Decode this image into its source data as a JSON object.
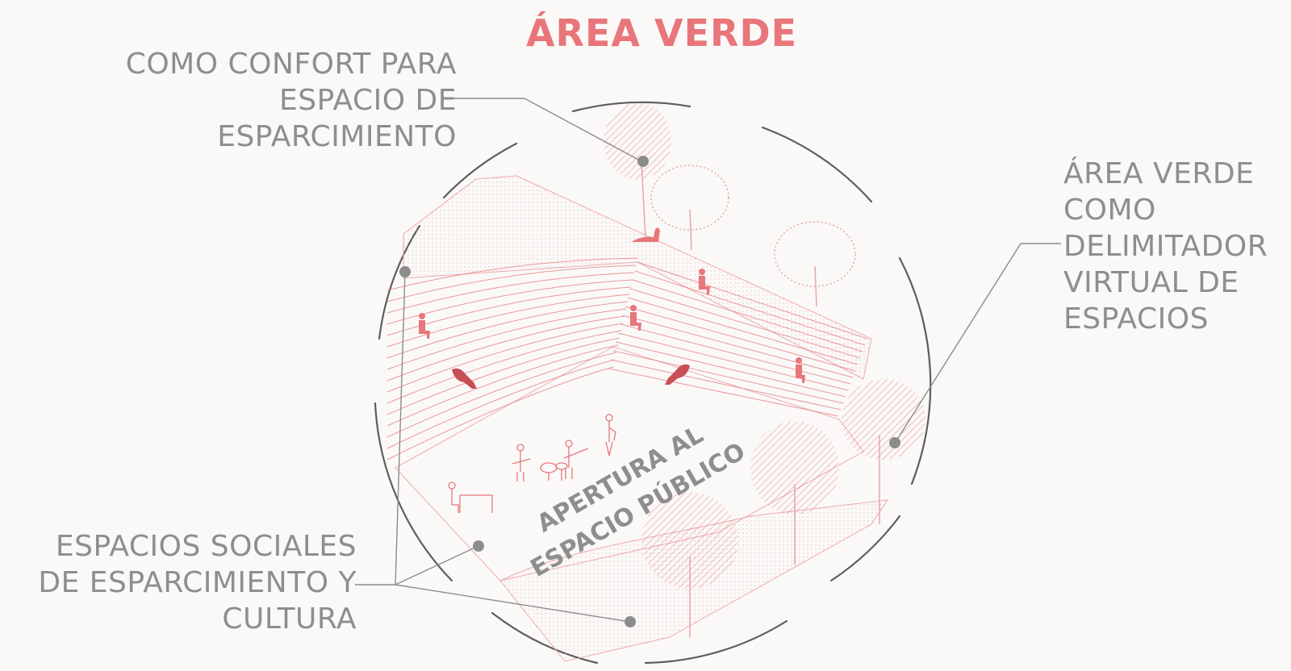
{
  "title": "ÁREA VERDE",
  "colors": {
    "accent": "#e8767a",
    "text": "#8f8e8e",
    "leader": "#8c8c8c",
    "circle": "#5e5e5e",
    "background": "#faf9f8"
  },
  "labels": {
    "confort": [
      "COMO CONFORT PARA",
      "ESPACIO DE",
      "ESPARCIMIENTO"
    ],
    "delimitador": [
      "ÁREA VERDE",
      "COMO",
      "DELIMITADOR",
      "VIRTUAL DE",
      "ESPACIOS"
    ],
    "sociales": [
      "ESPACIOS SOCIALES",
      "DE ESPARCIMIENTO Y",
      "CULTURA"
    ]
  },
  "center_text": [
    "APERTURA AL",
    "ESPACIO PÚBLICO"
  ]
}
